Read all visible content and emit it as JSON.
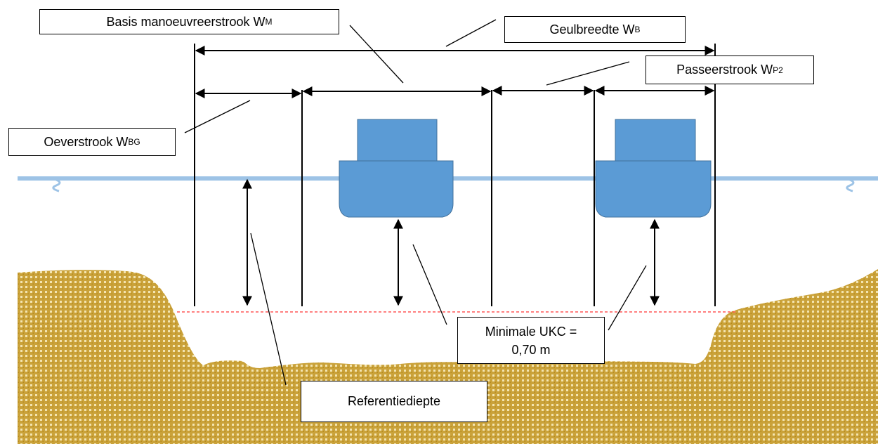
{
  "labels": {
    "basis": {
      "text": "Basis manoeuvreerstrook W",
      "sub": "M"
    },
    "geul": {
      "text": "Geulbreedte W",
      "sub": "B"
    },
    "passeer": {
      "text": "Passeerstrook W",
      "sub": "P2"
    },
    "oever": {
      "text": "Oeverstrook W",
      "sub": "BG"
    },
    "ukc": {
      "line1": "Minimale UKC =",
      "line2": "0,70 m"
    },
    "referentie": {
      "text": "Referentiediepte"
    }
  },
  "colors": {
    "water": "#9dc3e6",
    "ship": "#5b9bd5",
    "ship_outline": "#41719c",
    "seabed": "#c9a227",
    "reference_line": "#ff0000",
    "lines": "#000000"
  }
}
